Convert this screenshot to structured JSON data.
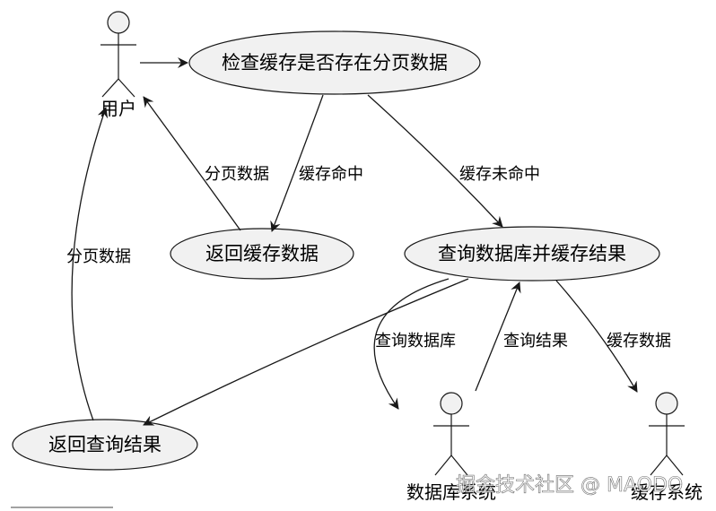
{
  "actors": {
    "user": "用户",
    "db_system": "数据库系统",
    "cache_system": "缓存系统"
  },
  "use_cases": {
    "check_cache": "检查缓存是否存在分页数据",
    "return_cache": "返回缓存数据",
    "query_db": "查询数据库并缓存结果",
    "return_query": "返回查询结果"
  },
  "edge_labels": {
    "page_data_left": "分页数据",
    "page_data_mid": "分页数据",
    "cache_hit": "缓存命中",
    "cache_miss": "缓存未命中",
    "query_database": "查询数据库",
    "query_result": "查询结果",
    "cache_data": "缓存数据"
  },
  "watermark": "掘金技术社区 @ MAODO"
}
